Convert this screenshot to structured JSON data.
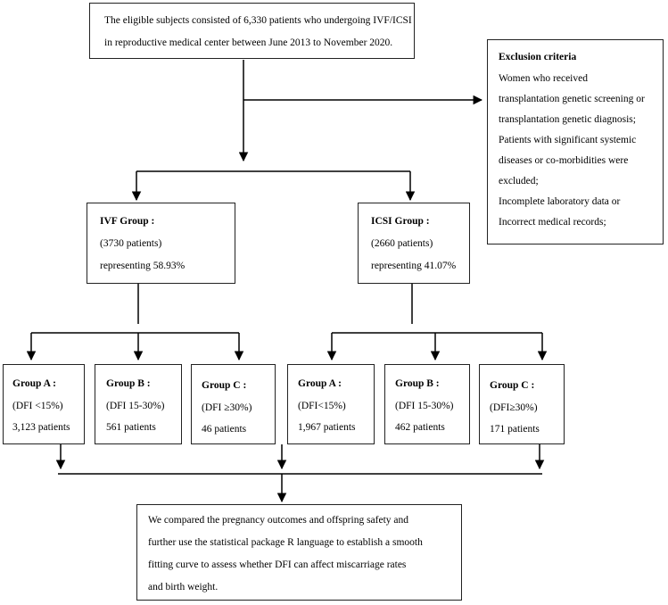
{
  "eligible": {
    "line1": "The eligible subjects consisted of 6,330 patients who undergoing IVF/ICSI",
    "line2": "in reproductive medical center between June 2013 to November 2020."
  },
  "exclusion": {
    "title": "Exclusion criteria",
    "lines": [
      "Women who received",
      "transplantation genetic screening or",
      "transplantation genetic diagnosis;",
      "Patients with significant systemic",
      "diseases or co-morbidities were",
      "excluded;",
      "Incomplete laboratory data or",
      "Incorrect medical records;"
    ]
  },
  "ivf": {
    "title": "IVF Group :",
    "count": "(3730 patients)",
    "percent": "representing 58.93%"
  },
  "icsi": {
    "title": "ICSI Group :",
    "count": "(2660 patients)",
    "percent": "representing 41.07%"
  },
  "ivf_groups": [
    {
      "title": "Group A :",
      "dfi": "(DFI <15%)",
      "patients": "3,123 patients"
    },
    {
      "title": "Group B :",
      "dfi": "(DFI 15-30%)",
      "patients": "561 patients"
    },
    {
      "title": "Group C :",
      "dfi": "(DFI ≥30%)",
      "patients": "46 patients"
    }
  ],
  "icsi_groups": [
    {
      "title": "Group A :",
      "dfi": "(DFI<15%)",
      "patients": "1,967 patients"
    },
    {
      "title": "Group B :",
      "dfi": "(DFI 15-30%)",
      "patients": "462 patients"
    },
    {
      "title": "Group C :",
      "dfi": "(DFI≥30%)",
      "patients": "171 patients"
    }
  ],
  "conclusion": {
    "lines": [
      "We compared the pregnancy outcomes and offspring safety and",
      "further use the statistical package R language to establish a smooth",
      "fitting curve to assess whether DFI can affect miscarriage rates",
      "and birth weight."
    ]
  }
}
